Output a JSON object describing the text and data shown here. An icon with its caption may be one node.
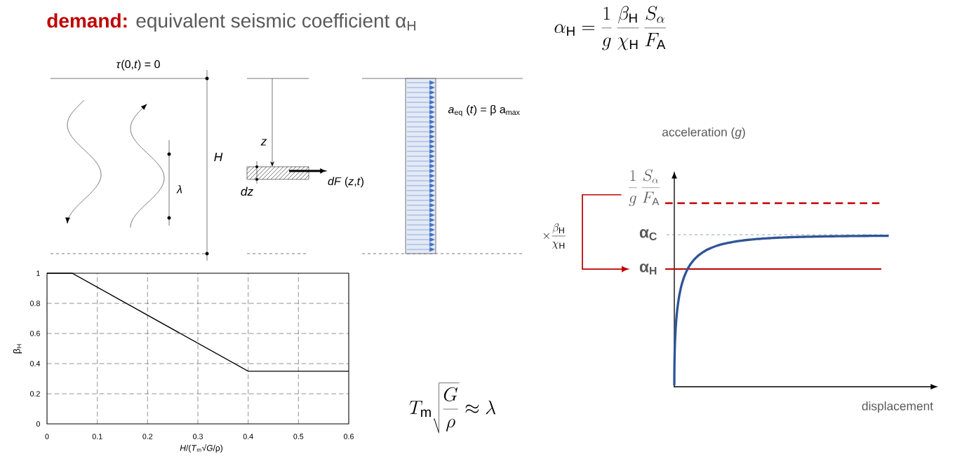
{
  "diagram": {
    "title": "**demand:** equivalent seismic coefficient α$_{H}$",
    "nodes": [
      {
        "text": [
          "\\frac{1}{g}\\,\\frac{S_{\\alpha}}{F_{\\mathrm{A}}}"
        ]
      },
      {
        "text": [
          "α$_{H}$"
        ]
      }
    ],
    "edges": [
      {
        "from": 0,
        "to": 1,
        "arrow": "to",
        "color": "#c00000",
        "label": "\\times\\frac{\\beta_{\\mathrm{H}}}{\\chi_{\\mathrm{H}}}"
      }
    ],
    "labels": [
      "\\alpha_{\\mathrm{H}} = \\frac{1}{g}\\,\\frac{\\beta_{\\mathrm{H}}}{\\chi_{\\mathrm{H}}}\\,\\frac{S_{\\alpha}}{F_{\\mathrm{A}}}",
      "*τ*(0,*t*) = 0",
      "*a*$_{eq}$ (*t*) = β a$_{max}$",
      "acceleration (*g*)",
      "z",
      "H",
      "*dF* (*z*,*t*)",
      "λ",
      "dz",
      "α$_{C}$",
      "T_{\\mathrm{m}}\\sqrt{\\frac{G}{\\rho}} \\approx \\lambda",
      "displacement"
    ],
    "chart_data": {
      "type": "line",
      "xlabel": "*H*/(*T*$_{m}$√*G*/ρ)",
      "ylabel": "β$_{H}$",
      "x": [
        0,
        0.05,
        0.4,
        0.6
      ],
      "values": [
        1,
        1,
        0.35,
        0.35
      ],
      "xlim": [
        0,
        0.6
      ],
      "ylim": [
        0,
        1
      ],
      "xticks": [
        0,
        0.1,
        0.2,
        0.3,
        0.4,
        0.5,
        0.6
      ],
      "yticks": [
        0,
        0.2,
        0.4,
        0.6,
        0.8,
        1
      ],
      "grid": true
    }
  }
}
